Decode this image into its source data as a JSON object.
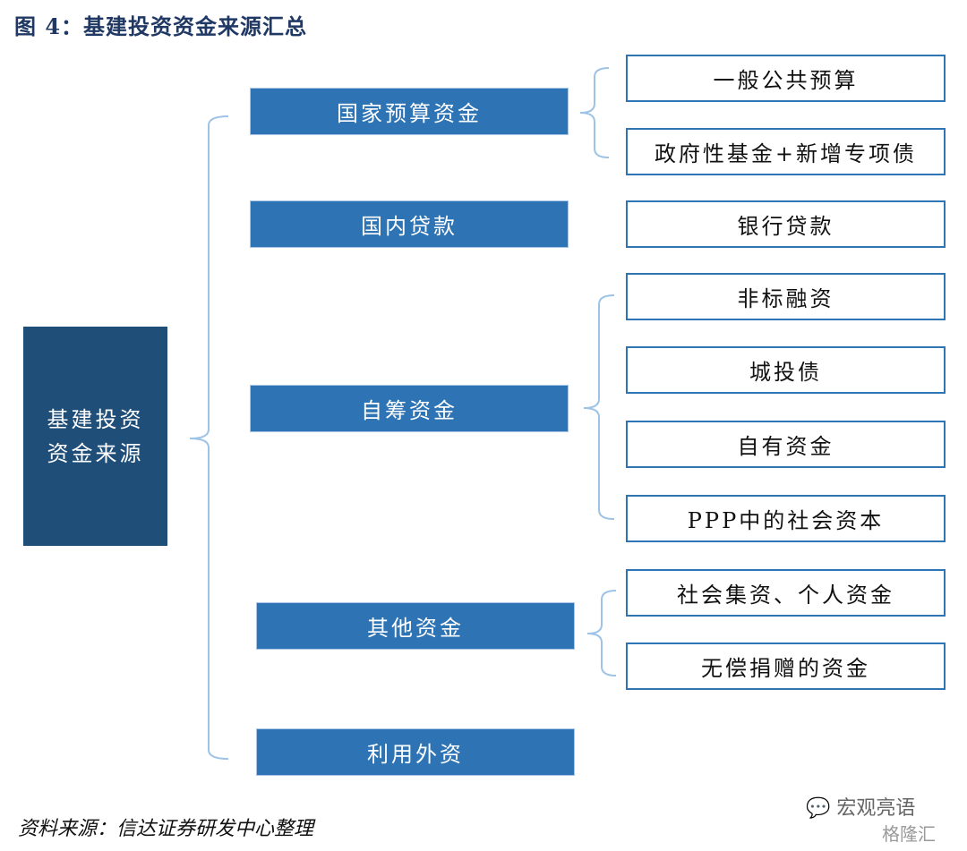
{
  "title": "图 4：基建投资资金来源汇总",
  "root": "基建投资资金来源",
  "categories": [
    {
      "label": "国家预算资金",
      "items": [
        "一般公共预算",
        "政府性基金+新增专项债"
      ]
    },
    {
      "label": "国内贷款",
      "items": [
        "银行贷款"
      ]
    },
    {
      "label": "自筹资金",
      "items": [
        "非标融资",
        "城投债",
        "自有资金",
        "PPP中的社会资本"
      ]
    },
    {
      "label": "其他资金",
      "items": [
        "社会集资、个人资金",
        "无偿捐赠的资金"
      ]
    },
    {
      "label": "利用外资",
      "items": []
    }
  ],
  "source": "资料来源：信达证券研发中心整理",
  "watermark": "宏观亮语",
  "watermark2": "格隆汇"
}
